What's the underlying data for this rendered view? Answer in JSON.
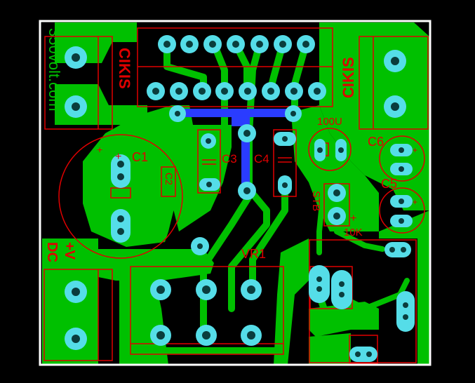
{
  "board": {
    "colors": {
      "background": "#000000",
      "border": "#ffffff",
      "copper": "#00c000",
      "silk": "#e00000",
      "pad": "#55dde8",
      "hole": "#0a3d3d",
      "blue_trace": "#2a3cff"
    },
    "labels": {
      "website": "350volt.com",
      "connector_left": "CIKIS",
      "connector_right": "CIKIS",
      "c1": "C1",
      "c2": "C2",
      "c3": "C3",
      "c4": "C4",
      "c5": "C5",
      "c6": "C6",
      "cap_100u": "100U",
      "r_10k": "10K",
      "stb": "STB",
      "vr1": "VR1",
      "dc_input": "DC",
      "v_plus": "+V",
      "plus_c1": "+",
      "plus_c1b": "+",
      "plus_10k": "+",
      "plus_c5": "+",
      "plus_c6": "+"
    }
  }
}
